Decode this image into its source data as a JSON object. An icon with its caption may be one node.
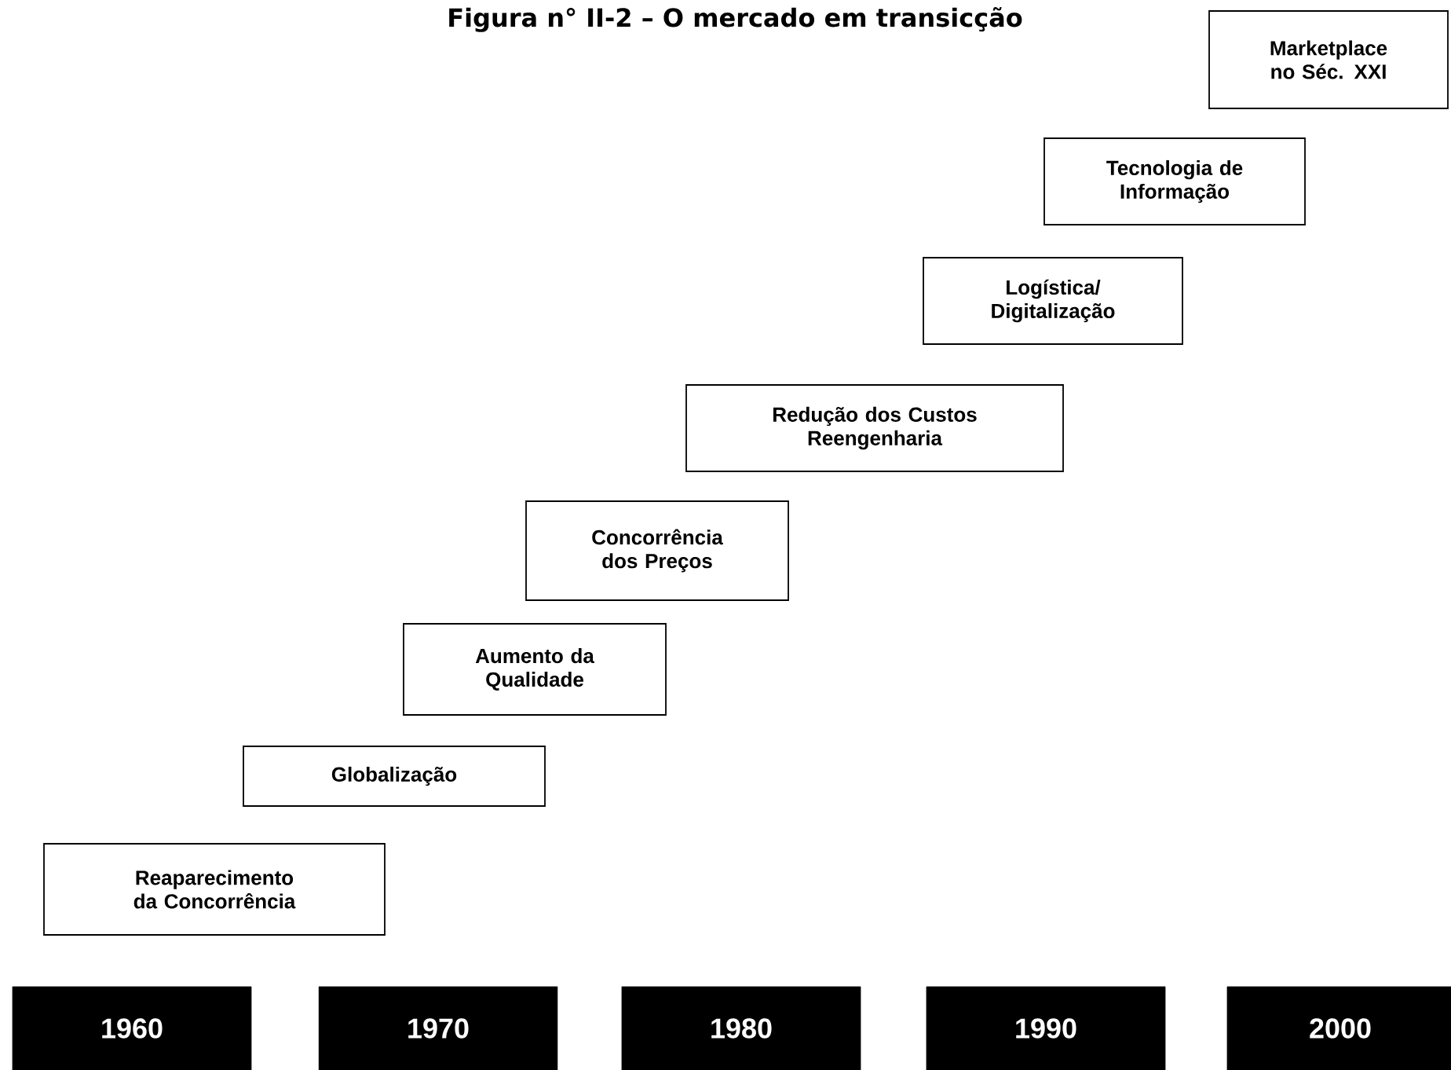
{
  "diagram": {
    "title": "Figura n° II-2 – O mercado em transicção",
    "nodes": [
      {
        "text": [
          "Marketplace no Séc. XXI"
        ]
      },
      {
        "text": [
          "Tecnologia de Informação"
        ]
      },
      {
        "text": [
          "Logística/ Digitalização"
        ]
      },
      {
        "text": [
          "Redução dos Custos Reengenharia"
        ]
      },
      {
        "text": [
          "Concorrência dos Preços"
        ]
      },
      {
        "text": [
          "Aumento da Qualidade"
        ]
      },
      {
        "text": [
          "Globalização"
        ]
      },
      {
        "text": [
          "Reaparecimento da Concorrência"
        ]
      },
      {
        "text": [
          "1960"
        ]
      },
      {
        "text": [
          "1970"
        ]
      },
      {
        "text": [
          "1980"
        ]
      },
      {
        "text": [
          "1990"
        ]
      },
      {
        "text": [
          "2000"
        ]
      }
    ]
  }
}
